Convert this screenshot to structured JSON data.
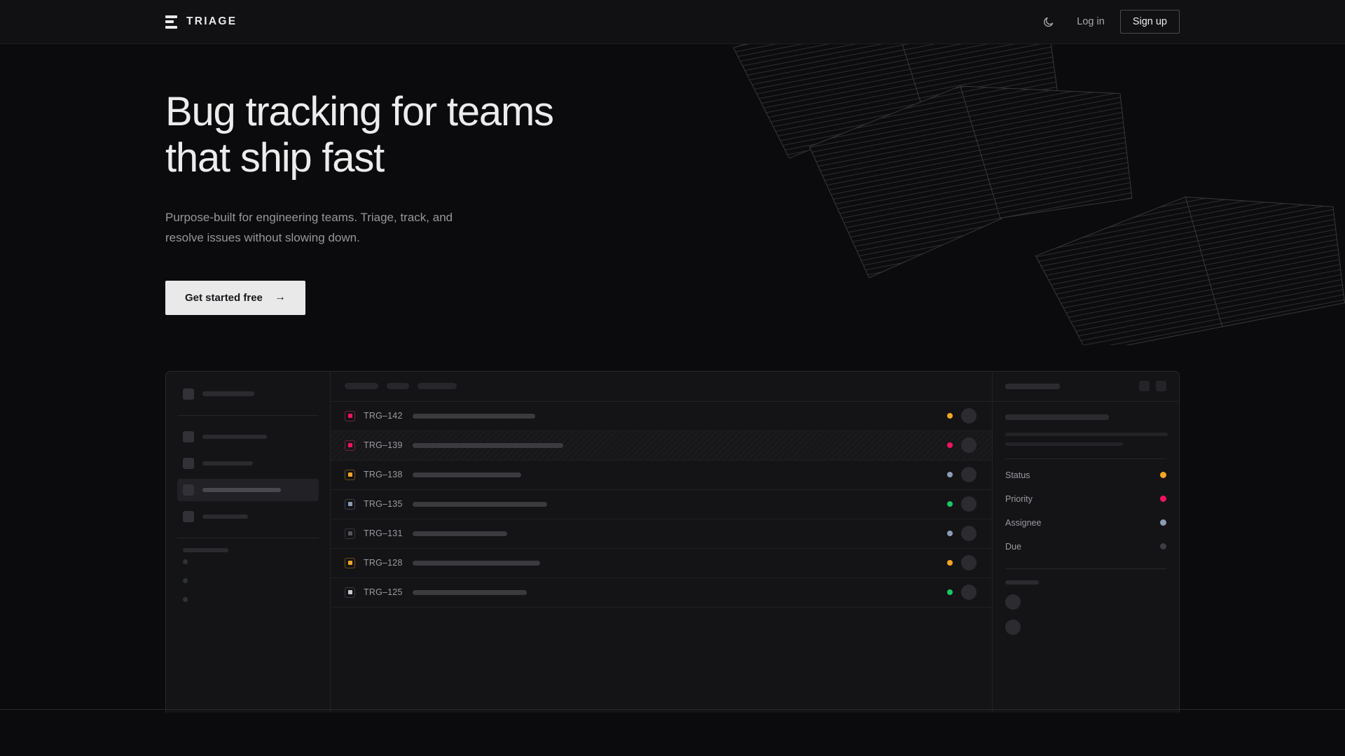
{
  "brand": {
    "name": "TRIAGE",
    "logo_icon": "triage-bars-icon"
  },
  "header": {
    "theme_toggle_icon": "moon-icon",
    "login_label": "Log in",
    "signup_label": "Sign up"
  },
  "hero": {
    "title_line1": "Bug tracking for teams",
    "title_line2": "that ship fast",
    "subtitle_line1": "Purpose-built for engineering teams. Triage, track, and",
    "subtitle_line2": "resolve issues without slowing down.",
    "cta_label": "Get started free",
    "cta_arrow": "→"
  },
  "colors": {
    "page_bg": "#0b0b0d",
    "header_bg": "#111113",
    "panel_bg": "#141417",
    "border": "#28282c",
    "text_primary": "#ececed",
    "text_muted": "#97979c",
    "accent_button_bg": "#e9e9ea",
    "status_orange": "#f5a524",
    "status_pink": "#f31260",
    "status_green": "#17c964",
    "status_blue": "#8d9cb5",
    "status_dim": "#3d3d43"
  },
  "mockup": {
    "sidebar": {
      "workspace_placeholder": true,
      "nav_items": [
        {
          "name": "nav-item-1",
          "active": false,
          "width": 92
        },
        {
          "name": "nav-item-2",
          "active": false,
          "width": 72
        },
        {
          "name": "nav-item-3",
          "active": true,
          "width": 112
        },
        {
          "name": "nav-item-4",
          "active": false,
          "width": 65
        }
      ],
      "section_label_width": 65,
      "sub_items": 3
    },
    "toolbar": {
      "filters": [
        48,
        32,
        56
      ]
    },
    "issues": [
      {
        "id": "TRG–142",
        "priority_color": "#f31260",
        "priority_border": "#6d2338",
        "status_color": "#f5a524",
        "title_width": 175,
        "selected": false
      },
      {
        "id": "TRG–139",
        "priority_color": "#f31260",
        "priority_border": "#6d2338",
        "status_color": "#f31260",
        "title_width": 215,
        "selected": true
      },
      {
        "id": "TRG–138",
        "priority_color": "#f5a524",
        "priority_border": "#6a4d16",
        "status_color": "#8d9cb5",
        "title_width": 155,
        "selected": false
      },
      {
        "id": "TRG–135",
        "priority_color": "#8d9cb5",
        "priority_border": "#3a3f48",
        "status_color": "#17c964",
        "title_width": 192,
        "selected": false
      },
      {
        "id": "TRG–131",
        "priority_color": "#55555c",
        "priority_border": "#35353b",
        "status_color": "#8d9cb5",
        "title_width": 135,
        "selected": false
      },
      {
        "id": "TRG–128",
        "priority_color": "#f5a524",
        "priority_border": "#6a4d16",
        "status_color": "#f5a524",
        "title_width": 182,
        "selected": false
      },
      {
        "id": "TRG–125",
        "priority_color": "#c9c9cf",
        "priority_border": "#3a3a40",
        "status_color": "#17c964",
        "title_width": 163,
        "selected": false
      }
    ],
    "detail": {
      "title_placeholder_width": 78,
      "header_actions": [
        "detail-action-1",
        "detail-action-2"
      ],
      "body_lines": [
        148,
        232,
        168
      ],
      "meta": [
        {
          "label": "Status",
          "color": "#f5a524"
        },
        {
          "label": "Priority",
          "color": "#f31260"
        },
        {
          "label": "Assignee",
          "color": "#8d9cb5"
        },
        {
          "label": "Due",
          "color": "#3d3d43"
        }
      ],
      "comments_label_width": 48,
      "comment_avatars": 2
    }
  }
}
